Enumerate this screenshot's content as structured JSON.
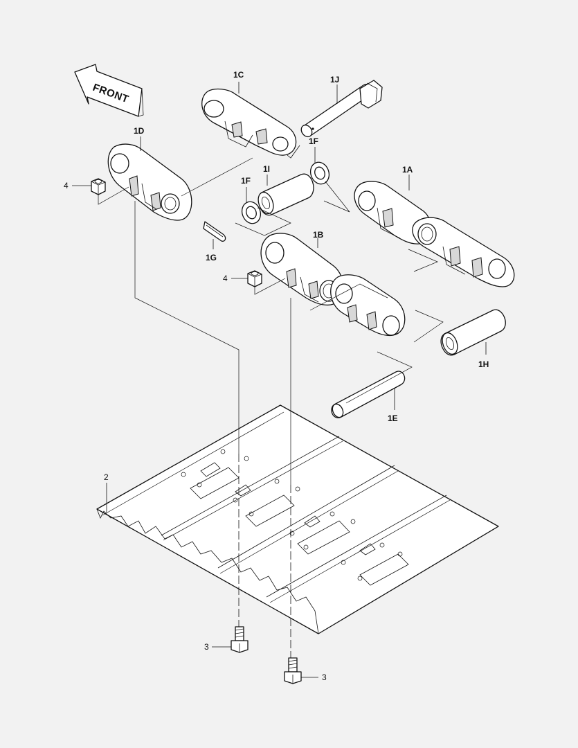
{
  "front_label": "FRONT",
  "labels": {
    "l_1C": "1C",
    "l_1J": "1J",
    "l_1D": "1D",
    "l_1F_top": "1F",
    "l_1I": "1I",
    "l_1F_left": "1F",
    "l_1A": "1A",
    "l_4_top": "4",
    "l_1G": "1G",
    "l_1B": "1B",
    "l_4_mid": "4",
    "l_1H": "1H",
    "l_1E": "1E",
    "l_2": "2",
    "l_3_left": "3",
    "l_3_right": "3"
  },
  "colors": {
    "background": "#f2f2f2",
    "line": "#111111",
    "part_fill": "#ffffff"
  }
}
